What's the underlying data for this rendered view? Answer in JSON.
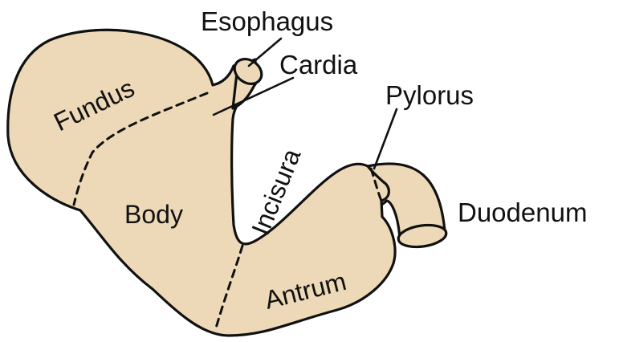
{
  "colors": {
    "tissue": "#edd9b8",
    "outline": "#111111",
    "background": "#ffffff"
  },
  "labels": {
    "esophagus": "Esophagus",
    "cardia": "Cardia",
    "fundus": "Fundus",
    "pylorus": "Pylorus",
    "incisura": "Incisura",
    "body": "Body",
    "duodenum": "Duodenum",
    "antrum": "Antrum"
  }
}
